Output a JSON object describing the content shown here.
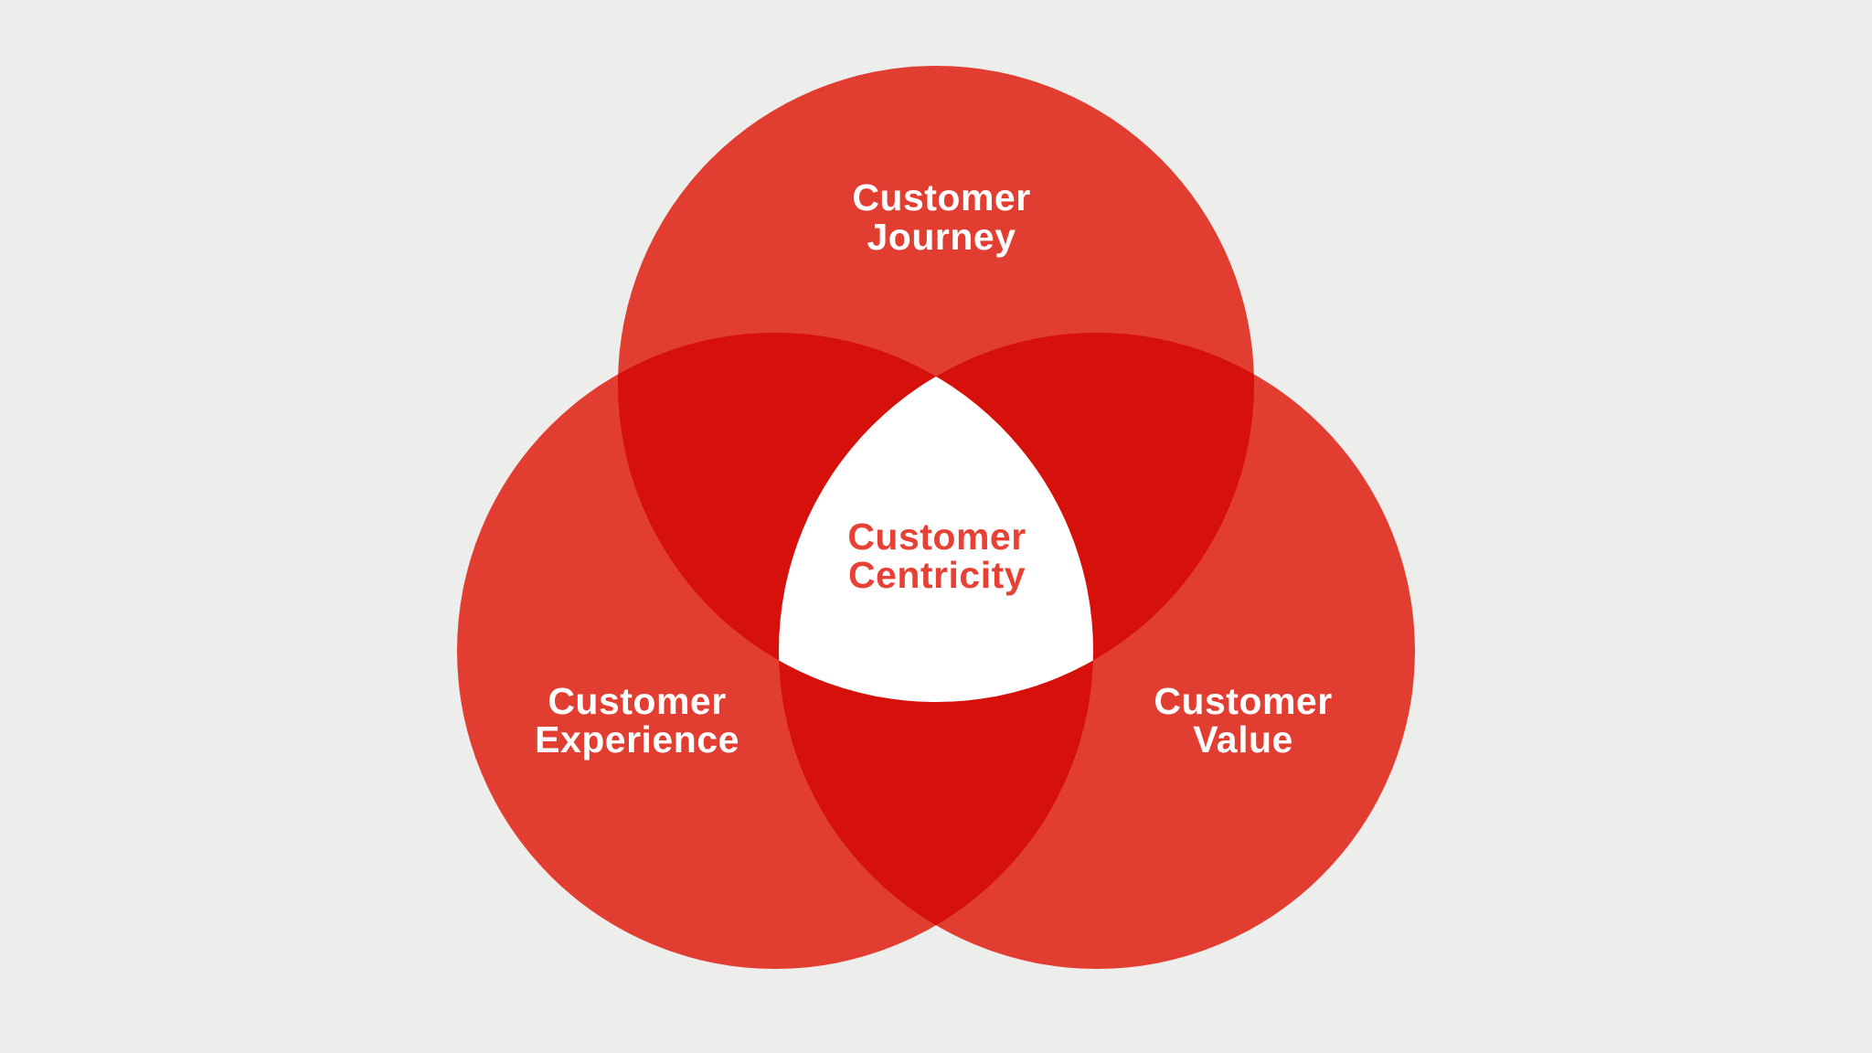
{
  "colors": {
    "background": "#EDEDEC",
    "circle": "#E23D31",
    "overlap": "#D6100A",
    "center_fill": "#FFFFFF",
    "center_text": "#E74136",
    "label_text": "#FFFFFF"
  },
  "venn": {
    "type": "venn-diagram",
    "sets": [
      {
        "name": "Customer Journey",
        "line1": "Customer",
        "line2": "Journey"
      },
      {
        "name": "Customer Experience",
        "line1": "Customer",
        "line2": "Experience"
      },
      {
        "name": "Customer Value",
        "line1": "Customer",
        "line2": "Value"
      }
    ],
    "intersection": {
      "name": "Customer Centricity",
      "line1": "Customer",
      "line2": "Centricity"
    }
  }
}
